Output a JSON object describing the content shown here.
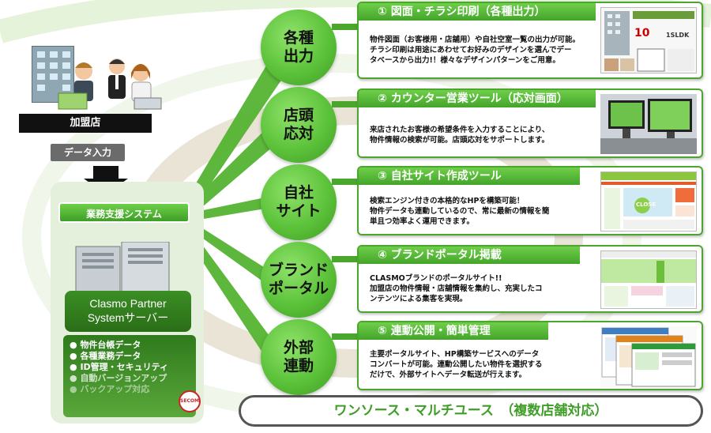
{
  "left": {
    "store_label": "加盟店",
    "data_input_label": "データ入力",
    "system_label": "業務支援システム",
    "server_title_line1": "Clasmo Partner",
    "server_title_line2": "Systemサーバー",
    "server_items": [
      "物件台帳データ",
      "各種業務データ",
      "ID管理・セキュリティ",
      "自動バージョンアップ",
      "バックアップ対応"
    ],
    "secom_logo": "SECOM"
  },
  "circles": [
    {
      "label": "各種\n出力"
    },
    {
      "label": "店頭\n応対"
    },
    {
      "label": "自社\nサイト"
    },
    {
      "label": "ブランド\nポータル"
    },
    {
      "label": "外部\n連動"
    }
  ],
  "panels": [
    {
      "title": "① 図面・チラシ印刷（各種出力）",
      "text": "物件図面（お客様用・店舗用）や自社空室一覧の出力が可能。\nチラシ印刷は用途にあわせてお好みのデザインを選んでデー\nタベースから出力!！様々なデザインパターンをご用意。"
    },
    {
      "title": "② カウンター営業ツール（応対画面）",
      "text": "来店されたお客様の希望条件を入力することにより、\n物件情報の検索が可能。店頭応対をサポートします。"
    },
    {
      "title": "③ 自社サイト作成ツール",
      "text": "検索エンジン付きの本格的なHPを構築可能！\n物件データも連動しているので、常に最新の情報を簡\n単且つ効率よく運用できます。"
    },
    {
      "title": "④ ブランドポータル掲載",
      "text": "CLASMOブランドのポータルサイト!!\n加盟店の物件情報・店舗情報を集約し、充実したコ\nンテンツによる集客を実現。"
    },
    {
      "title": "⑤ 連動公開・簡単管理",
      "text": "主要ポータルサイト、HP構築サービスへのデータ\nコンバートが可能。連動公開したい物件を選択する\nだけで、外部サイトへデータ転送が行えます。"
    }
  ],
  "thumbs": {
    "t1_price": "10",
    "t1_layout": "1SLDK",
    "t3_banner": "CLOSE"
  },
  "footer": {
    "label": "ワンソース・マルチユース　（複数店舗対応）"
  },
  "colors": {
    "accent": "#4aa62c",
    "dark": "#111111"
  }
}
